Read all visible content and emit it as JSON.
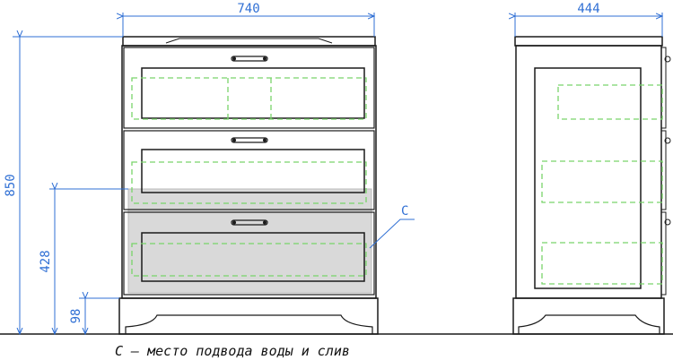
{
  "dimensions": {
    "width": "740",
    "depth": "444",
    "height": "850",
    "connection_height": "428",
    "plinth_height": "98"
  },
  "callout_label": "C",
  "caption": "С – место подвода воды и слив",
  "colors": {
    "outline": "#1a1a1a",
    "dimension": "#2f6fd4",
    "dashed_zone": "#79d46a",
    "shaded_zone": "#d9d9d9"
  },
  "icons": {
    "drawer_handle": "bar-handle-icon"
  }
}
